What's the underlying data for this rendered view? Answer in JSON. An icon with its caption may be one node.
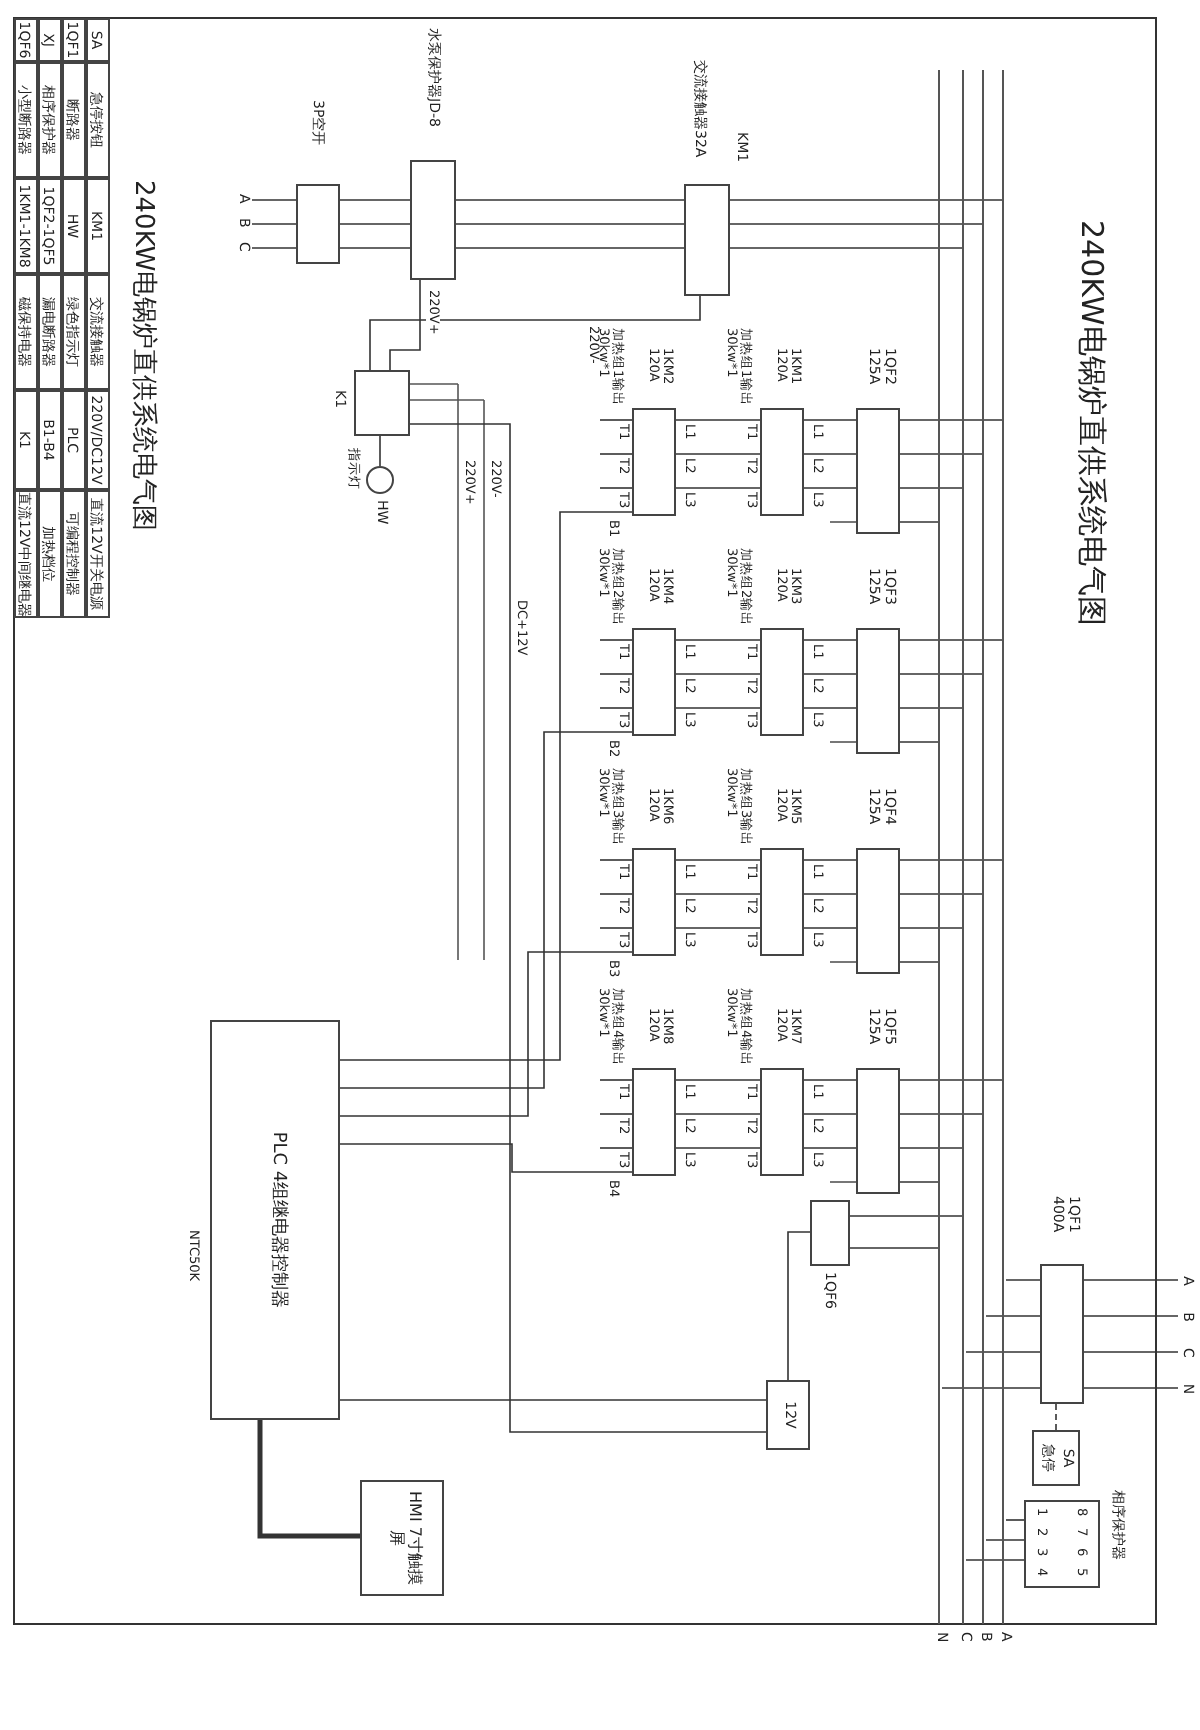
{
  "diagram": {
    "title": "240KW电锅炉直供系统电气图",
    "nodes": [
      {
        "text": [
          "3P空开"
        ]
      },
      {
        "text": [
          "水泵保护器JD-8"
        ]
      },
      {
        "text": [
          "KM1",
          "交流接触器32A"
        ]
      },
      {
        "text": [
          "K1"
        ]
      },
      {
        "text": [
          "HW"
        ],
        "beside": [
          "指示灯"
        ]
      },
      {
        "text": [
          "1QF2 125A"
        ]
      },
      {
        "text": [
          "1KM1 120A"
        ],
        "beside": [
          "加热组1输出30kw*1",
          "T1",
          "T2",
          "T3",
          "L1",
          "L2",
          "L3"
        ]
      },
      {
        "text": [
          "1KM2 120A"
        ],
        "beside": [
          "加热组1输出30kw*1",
          "T1",
          "T2",
          "T3",
          "L1",
          "L2",
          "L3"
        ]
      },
      {
        "text": [
          "1QF3 125A"
        ]
      },
      {
        "text": [
          "1KM3 120A"
        ],
        "beside": [
          "加热组2输出30kw*1",
          "T1",
          "T2",
          "T3",
          "L1",
          "L2",
          "L3"
        ]
      },
      {
        "text": [
          "1KM4 120A"
        ],
        "beside": [
          "加热组2输出30kw*1",
          "T1",
          "T2",
          "T3",
          "L1",
          "L2",
          "L3"
        ]
      },
      {
        "text": [
          "1QF4 125A"
        ]
      },
      {
        "text": [
          "1KM5 120A"
        ],
        "beside": [
          "加热组3输出30kw*1",
          "T1",
          "T2",
          "T3",
          "L1",
          "L2",
          "L3"
        ]
      },
      {
        "text": [
          "1KM6 120A"
        ],
        "beside": [
          "加热组3输出30kw*1",
          "T1",
          "T2",
          "T3",
          "L1",
          "L2",
          "L3"
        ]
      },
      {
        "text": [
          "1QF5 125A"
        ]
      },
      {
        "text": [
          "1KM7 120A"
        ],
        "beside": [
          "加热组4输出30kw*1",
          "T1",
          "T2",
          "T3",
          "L1",
          "L2",
          "L3"
        ]
      },
      {
        "text": [
          "1KM8 120A"
        ],
        "beside": [
          "加热组4输出30kw*1",
          "T1",
          "T2",
          "T3",
          "L1",
          "L2",
          "L3"
        ]
      },
      {
        "text": [
          "PLC 4组继电器控制器"
        ],
        "beside": [
          "NTC50K"
        ]
      },
      {
        "text": [
          "HMI 7寸触摸屏"
        ]
      },
      {
        "text": [
          "1QF6"
        ]
      },
      {
        "text": [
          "12V"
        ]
      },
      {
        "text": [
          "SA",
          "急停"
        ]
      },
      {
        "text": [
          "1QF1 400A"
        ]
      },
      {
        "text": [
          "相序保护器"
        ]
      },
      {
        "text": [
          "N"
        ]
      },
      {
        "text": [
          "C"
        ]
      },
      {
        "text": [
          "B"
        ]
      },
      {
        "text": [
          "A"
        ]
      },
      {
        "text": [
          "A"
        ]
      },
      {
        "text": [
          "B"
        ]
      },
      {
        "text": [
          "C"
        ]
      },
      {
        "text": [
          "A"
        ]
      },
      {
        "text": [
          "B"
        ]
      },
      {
        "text": [
          "C"
        ]
      },
      {
        "text": [
          "N"
        ]
      }
    ],
    "edges": [
      {
        "from": 0,
        "to": 1,
        "arrow": "none"
      },
      {
        "from": 1,
        "to": 2,
        "arrow": "none"
      },
      {
        "from": 1,
        "to": 3,
        "arrow": "none",
        "label": "220V+"
      },
      {
        "from": 2,
        "to": 3,
        "arrow": "none",
        "label": "220V-"
      },
      {
        "from": 3,
        "to": 4,
        "arrow": "none"
      },
      {
        "from": 5,
        "to": 6,
        "arrow": "none"
      },
      {
        "from": 6,
        "to": 7,
        "arrow": "none"
      },
      {
        "from": 8,
        "to": 9,
        "arrow": "none"
      },
      {
        "from": 9,
        "to": 10,
        "arrow": "none"
      },
      {
        "from": 11,
        "to": 12,
        "arrow": "none"
      },
      {
        "from": 12,
        "to": 13,
        "arrow": "none"
      },
      {
        "from": 14,
        "to": 15,
        "arrow": "none"
      },
      {
        "from": 15,
        "to": 16,
        "arrow": "none"
      },
      {
        "from": 17,
        "to": 7,
        "arrow": "none",
        "label": "B1"
      },
      {
        "from": 17,
        "to": 10,
        "arrow": "none",
        "label": "B2"
      },
      {
        "from": 17,
        "to": 13,
        "arrow": "none",
        "label": "B3"
      },
      {
        "from": 17,
        "to": 16,
        "arrow": "none",
        "label": "B4"
      },
      {
        "from": 17,
        "to": 18,
        "arrow": "none",
        "style": "thick"
      },
      {
        "from": 19,
        "to": 20,
        "arrow": "none"
      },
      {
        "from": 20,
        "to": 17,
        "arrow": "none"
      },
      {
        "from": 20,
        "to": 3,
        "arrow": "none",
        "label": "DC+12V"
      },
      {
        "from": 21,
        "to": 22,
        "arrow": "none",
        "style": "dashed"
      },
      {
        "from": 28,
        "to": 0,
        "arrow": "none"
      },
      {
        "from": 2,
        "to": 27,
        "arrow": "none"
      },
      {
        "from": 2,
        "to": 26,
        "arrow": "none"
      },
      {
        "from": 2,
        "to": 25,
        "arrow": "none"
      },
      {
        "from": 27,
        "to": 5,
        "arrow": "none"
      },
      {
        "from": 26,
        "to": 5,
        "arrow": "none"
      },
      {
        "from": 25,
        "to": 5,
        "arrow": "none"
      },
      {
        "from": 24,
        "to": 5,
        "arrow": "none"
      },
      {
        "from": 27,
        "to": 8,
        "arrow": "none"
      },
      {
        "from": 26,
        "to": 8,
        "arrow": "none"
      },
      {
        "from": 25,
        "to": 8,
        "arrow": "none"
      },
      {
        "from": 24,
        "to": 8,
        "arrow": "none"
      },
      {
        "from": 27,
        "to": 11,
        "arrow": "none"
      },
      {
        "from": 26,
        "to": 11,
        "arrow": "none"
      },
      {
        "from": 25,
        "to": 11,
        "arrow": "none"
      },
      {
        "from": 24,
        "to": 11,
        "arrow": "none"
      },
      {
        "from": 27,
        "to": 14,
        "arrow": "none"
      },
      {
        "from": 26,
        "to": 14,
        "arrow": "none"
      },
      {
        "from": 25,
        "to": 14,
        "arrow": "none"
      },
      {
        "from": 24,
        "to": 14,
        "arrow": "none"
      },
      {
        "from": 22,
        "to": 27,
        "arrow": "none"
      },
      {
        "from": 22,
        "to": 26,
        "arrow": "none"
      },
      {
        "from": 22,
        "to": 25,
        "arrow": "none"
      },
      {
        "from": 22,
        "to": 24,
        "arrow": "none"
      },
      {
        "from": 31,
        "to": 22,
        "arrow": "none"
      },
      {
        "from": 25,
        "to": 19,
        "arrow": "none"
      },
      {
        "from": 24,
        "to": 19,
        "arrow": "none"
      },
      {
        "from": 27,
        "to": 23,
        "arrow": "none"
      },
      {
        "from": 26,
        "to": 23,
        "arrow": "none"
      },
      {
        "from": 25,
        "to": 23,
        "arrow": "none"
      },
      {
        "from": 29,
        "to": 0,
        "arrow": "none"
      },
      {
        "from": 30,
        "to": 0,
        "arrow": "none"
      },
      {
        "from": 32,
        "to": 22,
        "arrow": "none"
      },
      {
        "from": 33,
        "to": 22,
        "arrow": "none"
      },
      {
        "from": 34,
        "to": 22,
        "arrow": "none"
      },
      {
        "from": 7,
        "to": null,
        "arrow": "none"
      },
      {
        "from": 10,
        "to": null,
        "arrow": "none"
      },
      {
        "from": 13,
        "to": null,
        "arrow": "none"
      },
      {
        "from": 16,
        "to": null,
        "arrow": "none"
      }
    ],
    "labels": [
      "240KW电锅炉直供系统电气图",
      "SA",
      "急停按钮",
      "KM1",
      "交流接触器",
      "220V/DC12V",
      "直流12V开关电源",
      "1QF1",
      "断路器",
      "HW",
      "绿色指示灯",
      "PLC",
      "可编程控制器",
      "XJ",
      "相序保护器",
      "1QF2-1QF5",
      "漏电断路器",
      "B1-B4",
      "加热档位",
      "1QF6",
      "小型断路器",
      "1KM1-1KM8",
      "磁保持电器",
      "K1",
      "直流12V中间继电器",
      "220V+",
      "220V-",
      "1",
      "2",
      "3",
      "4",
      "5",
      "6",
      "7",
      "8"
    ]
  }
}
